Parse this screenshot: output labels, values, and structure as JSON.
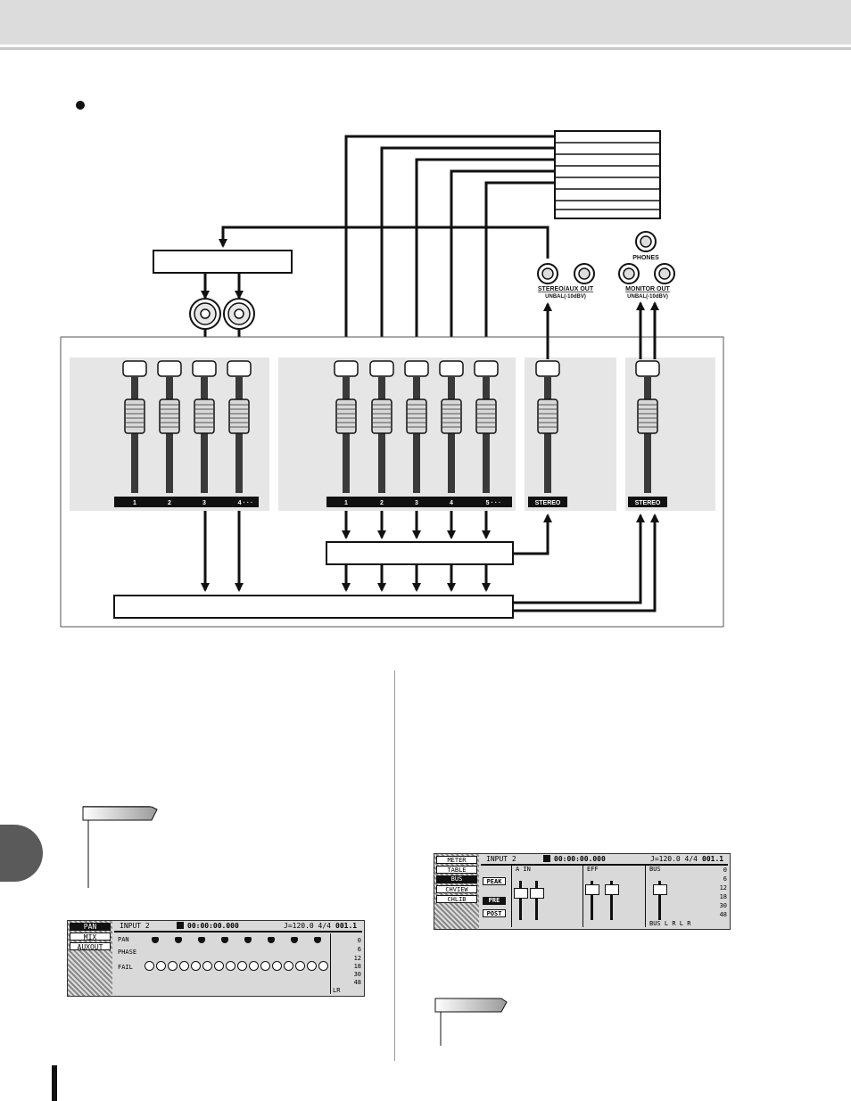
{
  "diagram": {
    "connectors": {
      "phones_label": "PHONES",
      "stereo_aux_label": "STEREO/AUX OUT",
      "stereo_aux_sub": "UNBAL(-10dBV)",
      "monitor_label": "MONITOR OUT",
      "monitor_sub": "UNBAL(-10dBV)"
    },
    "fader_groups": [
      {
        "labels": [
          "1",
          "2",
          "3",
          "4 · · ·"
        ]
      },
      {
        "labels": [
          "1",
          "2",
          "3",
          "4",
          "5 · · ·"
        ]
      },
      {
        "labels": [
          "STEREO"
        ]
      },
      {
        "labels": [
          "STEREO"
        ]
      }
    ]
  },
  "lcd_pan": {
    "tabs": [
      "PAN",
      "MIX",
      "AUXOUT"
    ],
    "header": "INPUT 2",
    "timecode": "00:00:00.000",
    "tempo": "J=120.0 4/4",
    "bar": "001.1",
    "row_labels": [
      "PAN",
      "PHASE",
      "FAIL"
    ],
    "scale": [
      "0",
      "6",
      "12",
      "18",
      "30",
      "48"
    ],
    "footer": "LR"
  },
  "lcd_view": {
    "tabs": [
      "METER",
      "TABLE",
      "BUS",
      "CHVIEW",
      "CHLIB"
    ],
    "header": "INPUT 2",
    "timecode": "00:00:00.000",
    "tempo": "J=120.0 4/4",
    "bar": "001.1",
    "sections": [
      "A IN",
      "EFF",
      "BUS"
    ],
    "buttons": [
      "PEAK",
      "PRE",
      "POST"
    ],
    "scale": [
      "0",
      "6",
      "12",
      "18",
      "30",
      "48"
    ],
    "footer": [
      "BUS",
      "L",
      "R",
      "L",
      "R"
    ]
  }
}
